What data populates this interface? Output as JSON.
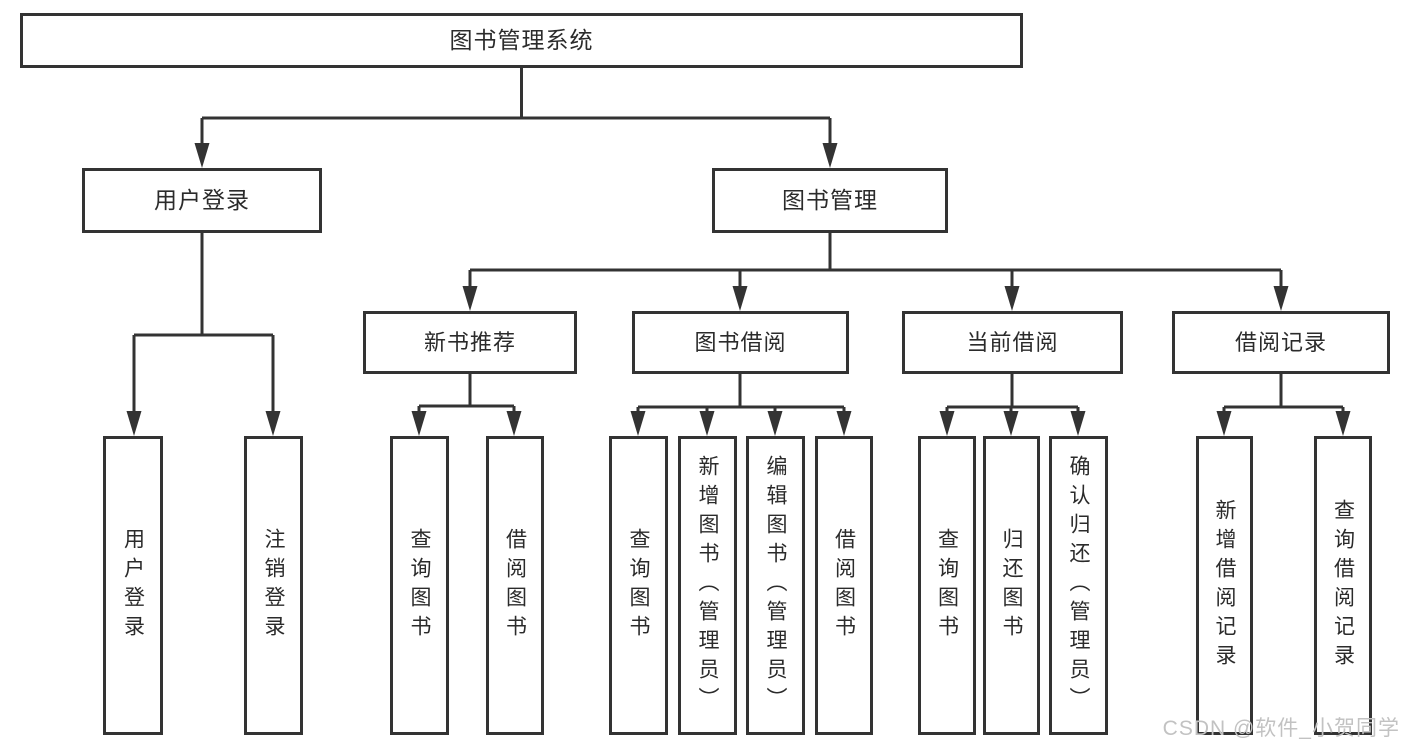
{
  "root": {
    "label": "图书管理系统"
  },
  "level2": {
    "user_login": {
      "label": "用户登录"
    },
    "book_management": {
      "label": "图书管理"
    }
  },
  "level3": {
    "new_book_recommend": {
      "label": "新书推荐"
    },
    "book_borrow": {
      "label": "图书借阅"
    },
    "current_borrow": {
      "label": "当前借阅"
    },
    "borrow_record": {
      "label": "借阅记录"
    }
  },
  "leaves": {
    "user_login": [
      "用户登录",
      "注销登录"
    ],
    "new_book_recommend": [
      "查询图书",
      "借阅图书"
    ],
    "book_borrow": [
      "查询图书",
      "新增图书（管理员）",
      "编辑图书（管理员）",
      "借阅图书"
    ],
    "current_borrow": [
      "查询图书",
      "归还图书",
      "确认归还（管理员）"
    ],
    "borrow_record": [
      "新增借阅记录",
      "查询借阅记录"
    ]
  },
  "watermark": "CSDN @软件_小贺同学",
  "colors": {
    "line": "#333333",
    "text": "#2b2b2b",
    "watermark": "#c2c2c2",
    "background": "#ffffff"
  }
}
